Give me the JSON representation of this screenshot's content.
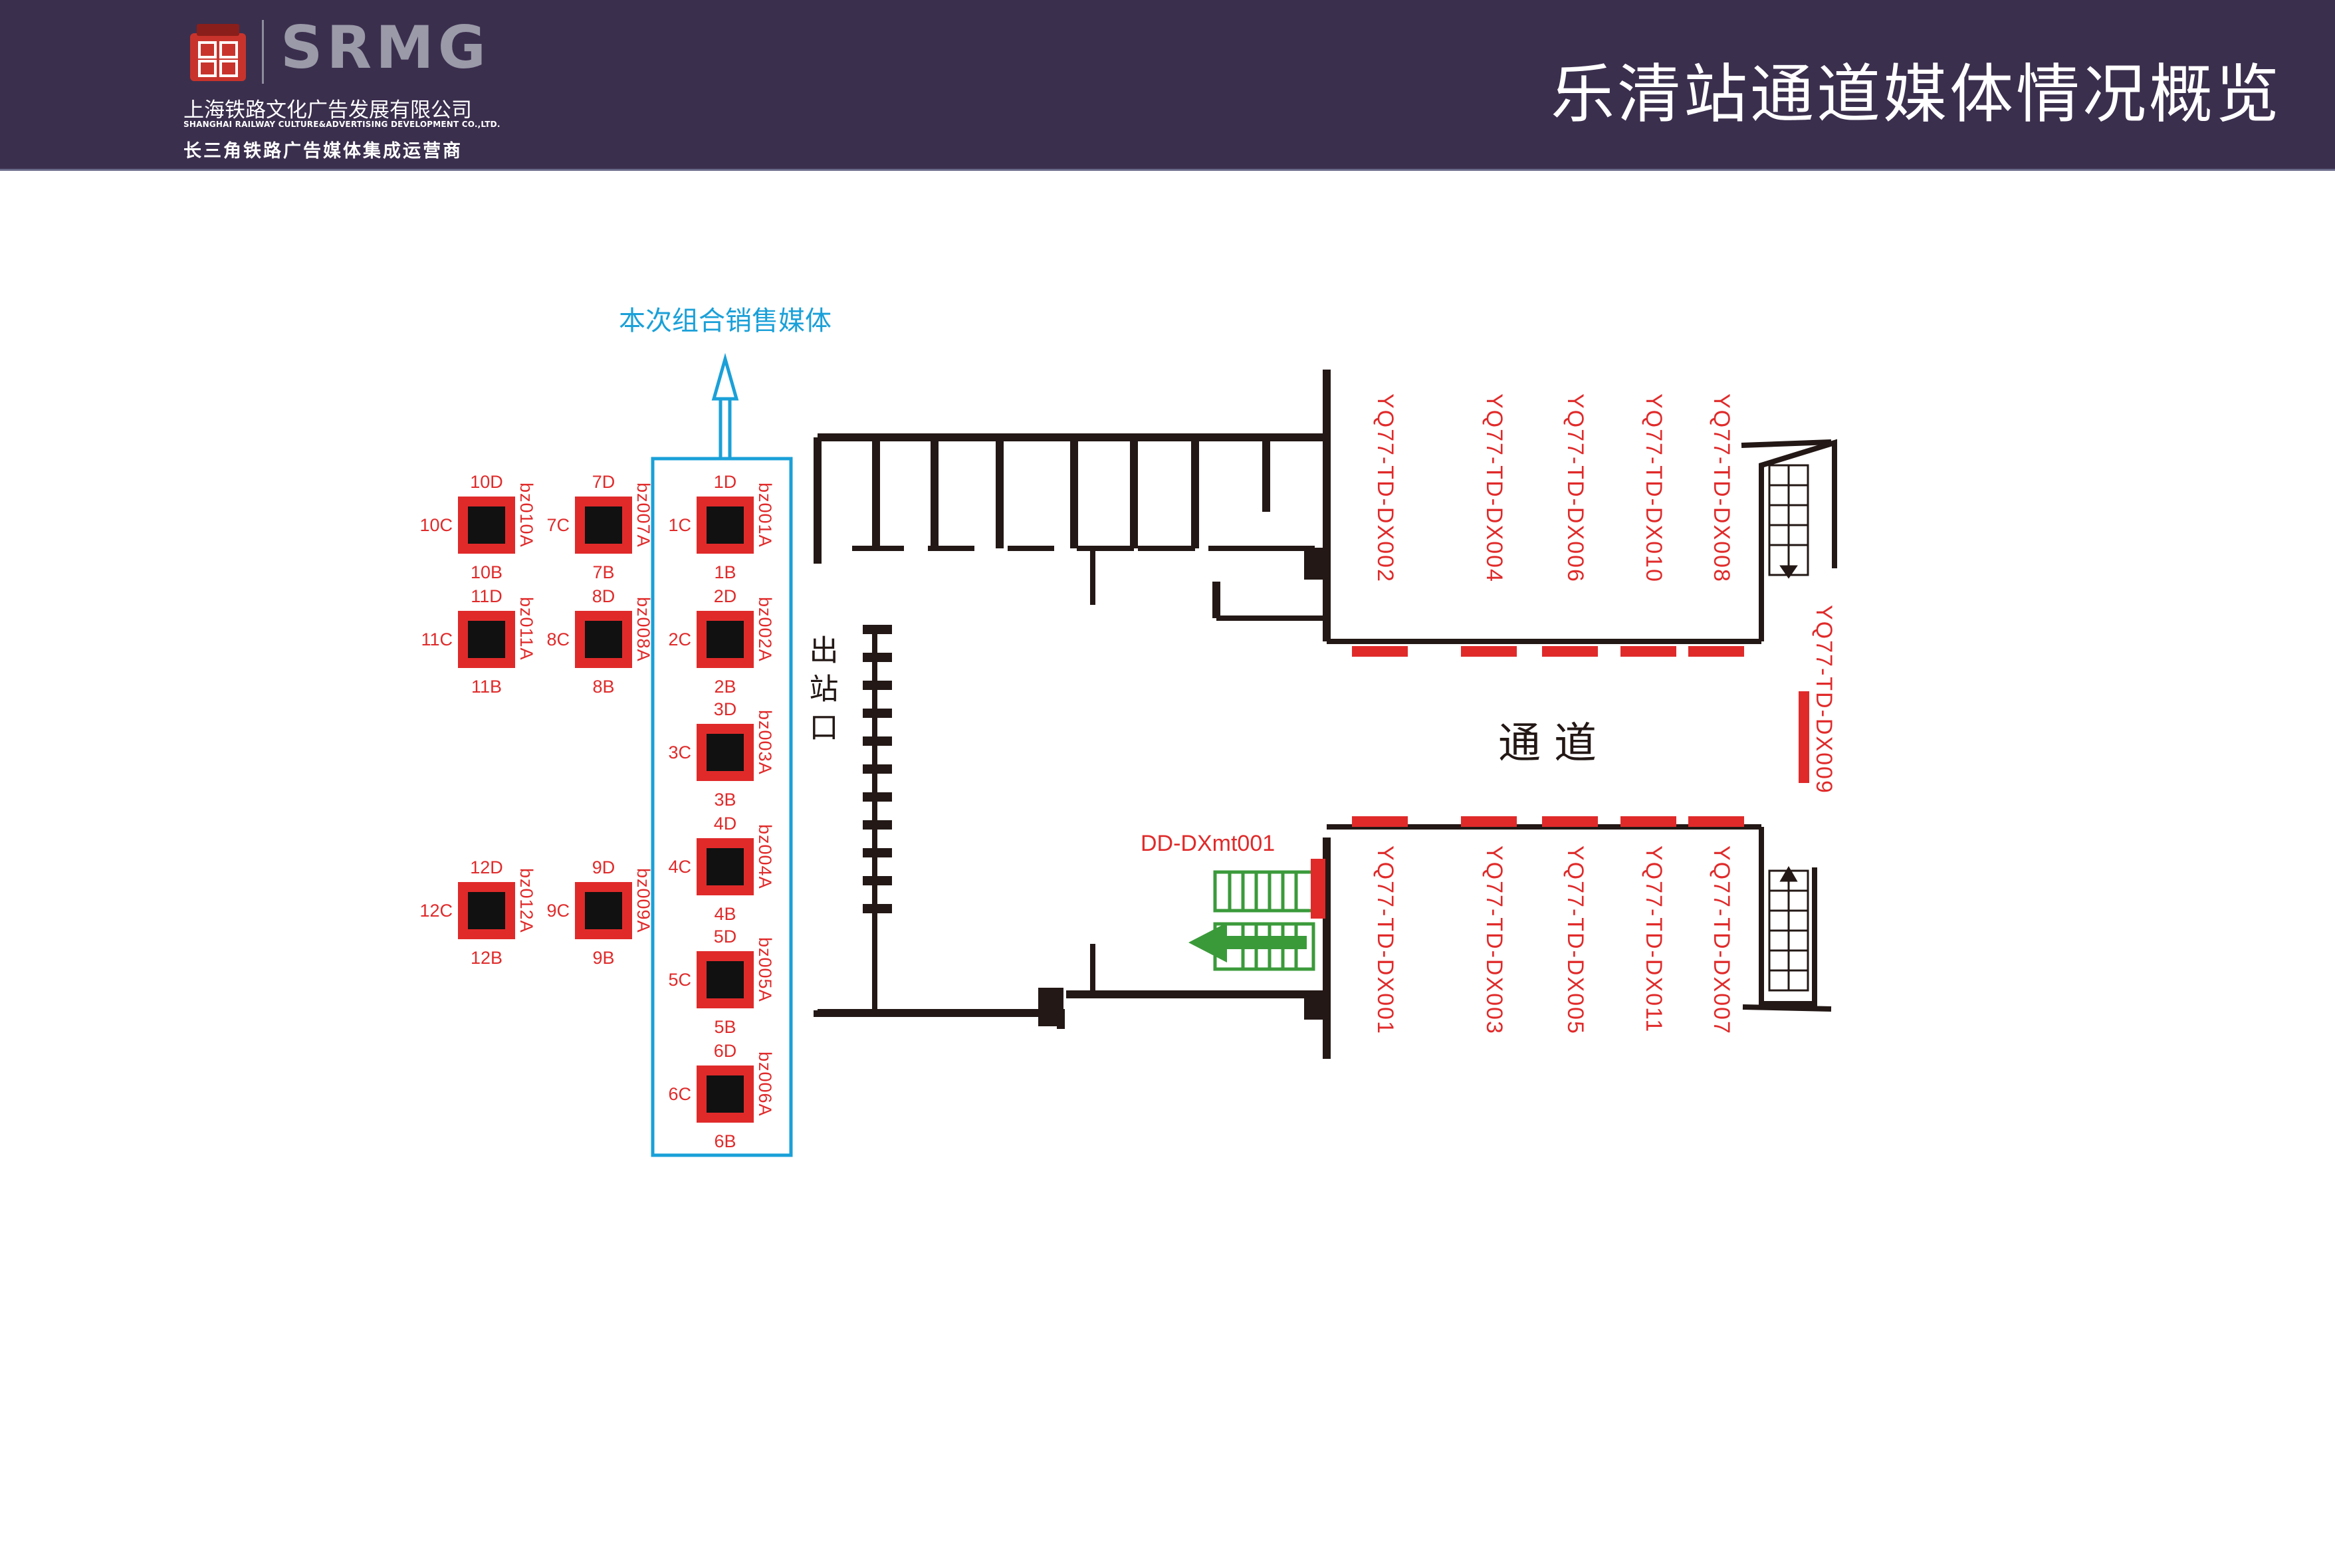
{
  "header": {
    "logo_word": "SRMG",
    "company_cn": "上海铁路文化广告发展有限公司",
    "company_en": "SHANGHAI RAILWAY CULTURE&ADVERTISING DEVELOPMENT CO.,LTD.",
    "slogan": "长三角铁路广告媒体集成运营商",
    "page_title": "乐清站通道媒体情况概览"
  },
  "colors": {
    "header_bg": "#3b2f4e",
    "media_red": "#e02a2a",
    "highlight_blue": "#1aa0d8",
    "escalator_green": "#3a9a3a",
    "wall": "#231815"
  },
  "combo_label": "本次组合销售媒体",
  "exit_label": "出站口",
  "corridor_label": "通道",
  "escalator_sign": "DD-DXmt001",
  "pillars": [
    {
      "d": "1D",
      "c": "1C",
      "b": "1B",
      "code": "bz001A",
      "highlighted": true
    },
    {
      "d": "2D",
      "c": "2C",
      "b": "2B",
      "code": "bz002A",
      "highlighted": true
    },
    {
      "d": "3D",
      "c": "3C",
      "b": "3B",
      "code": "bz003A",
      "highlighted": true
    },
    {
      "d": "4D",
      "c": "4C",
      "b": "4B",
      "code": "bz004A",
      "highlighted": true
    },
    {
      "d": "5D",
      "c": "5C",
      "b": "5B",
      "code": "bz005A",
      "highlighted": true
    },
    {
      "d": "6D",
      "c": "6C",
      "b": "6B",
      "code": "bz006A",
      "highlighted": true
    },
    {
      "d": "7D",
      "c": "7C",
      "b": "7B",
      "code": "bz007A",
      "highlighted": false
    },
    {
      "d": "8D",
      "c": "8C",
      "b": "8B",
      "code": "bz008A",
      "highlighted": false
    },
    {
      "d": "9D",
      "c": "9C",
      "b": "9B",
      "code": "bz009A",
      "highlighted": false
    },
    {
      "d": "10D",
      "c": "10C",
      "b": "10B",
      "code": "bz010A",
      "highlighted": false
    },
    {
      "d": "11D",
      "c": "11C",
      "b": "11B",
      "code": "bz011A",
      "highlighted": false
    },
    {
      "d": "12D",
      "c": "12C",
      "b": "12B",
      "code": "bz012A",
      "highlighted": false
    }
  ],
  "corridor_top_media": [
    "YQ77-TD-DX002",
    "YQ77-TD-DX004",
    "YQ77-TD-DX006",
    "YQ77-TD-DX010",
    "YQ77-TD-DX008"
  ],
  "corridor_bottom_media": [
    "YQ77-TD-DX001",
    "YQ77-TD-DX003",
    "YQ77-TD-DX005",
    "YQ77-TD-DX011",
    "YQ77-TD-DX007"
  ],
  "corridor_end_media": "YQ77-TD-DX009"
}
